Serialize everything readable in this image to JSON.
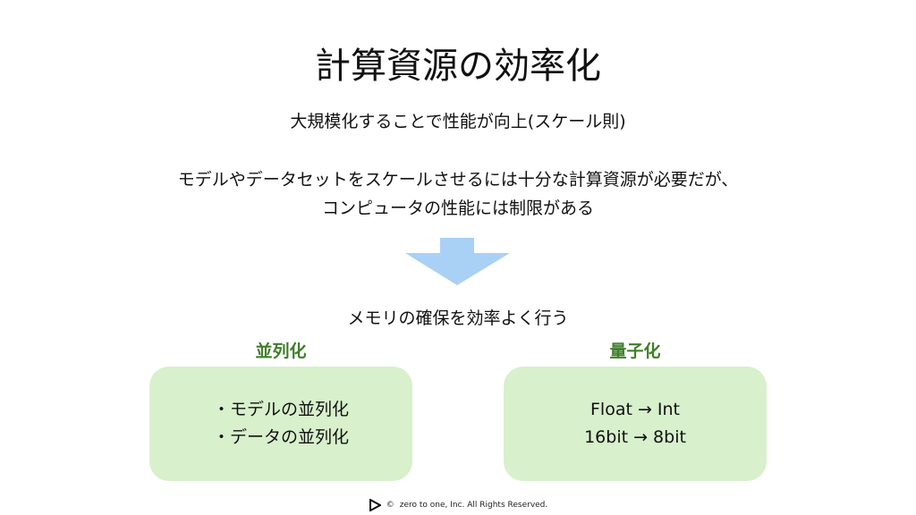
{
  "title": "計算資源の効率化",
  "subtitle": "大規模化することで性能が向上(スケール則)",
  "paragraph": [
    "モデルやデータセットをスケールさせるには十分な計算資源が必要だが、",
    "コンピュータの性能には制限がある"
  ],
  "lead": "メモリの確保を効率よく行う",
  "left": {
    "heading": "並列化",
    "items": [
      "モデルの並列化",
      "データの並列化"
    ]
  },
  "right": {
    "heading": "量子化",
    "lines": [
      "Float → Int",
      "16bit → 8bit"
    ]
  },
  "footer": {
    "copyright": "©",
    "text": "zero to one, Inc. All Rights Reserved."
  },
  "colors": {
    "accent": "#3f7f2a",
    "box": "#d8f0cc",
    "arrow": "#a9d0f5"
  }
}
